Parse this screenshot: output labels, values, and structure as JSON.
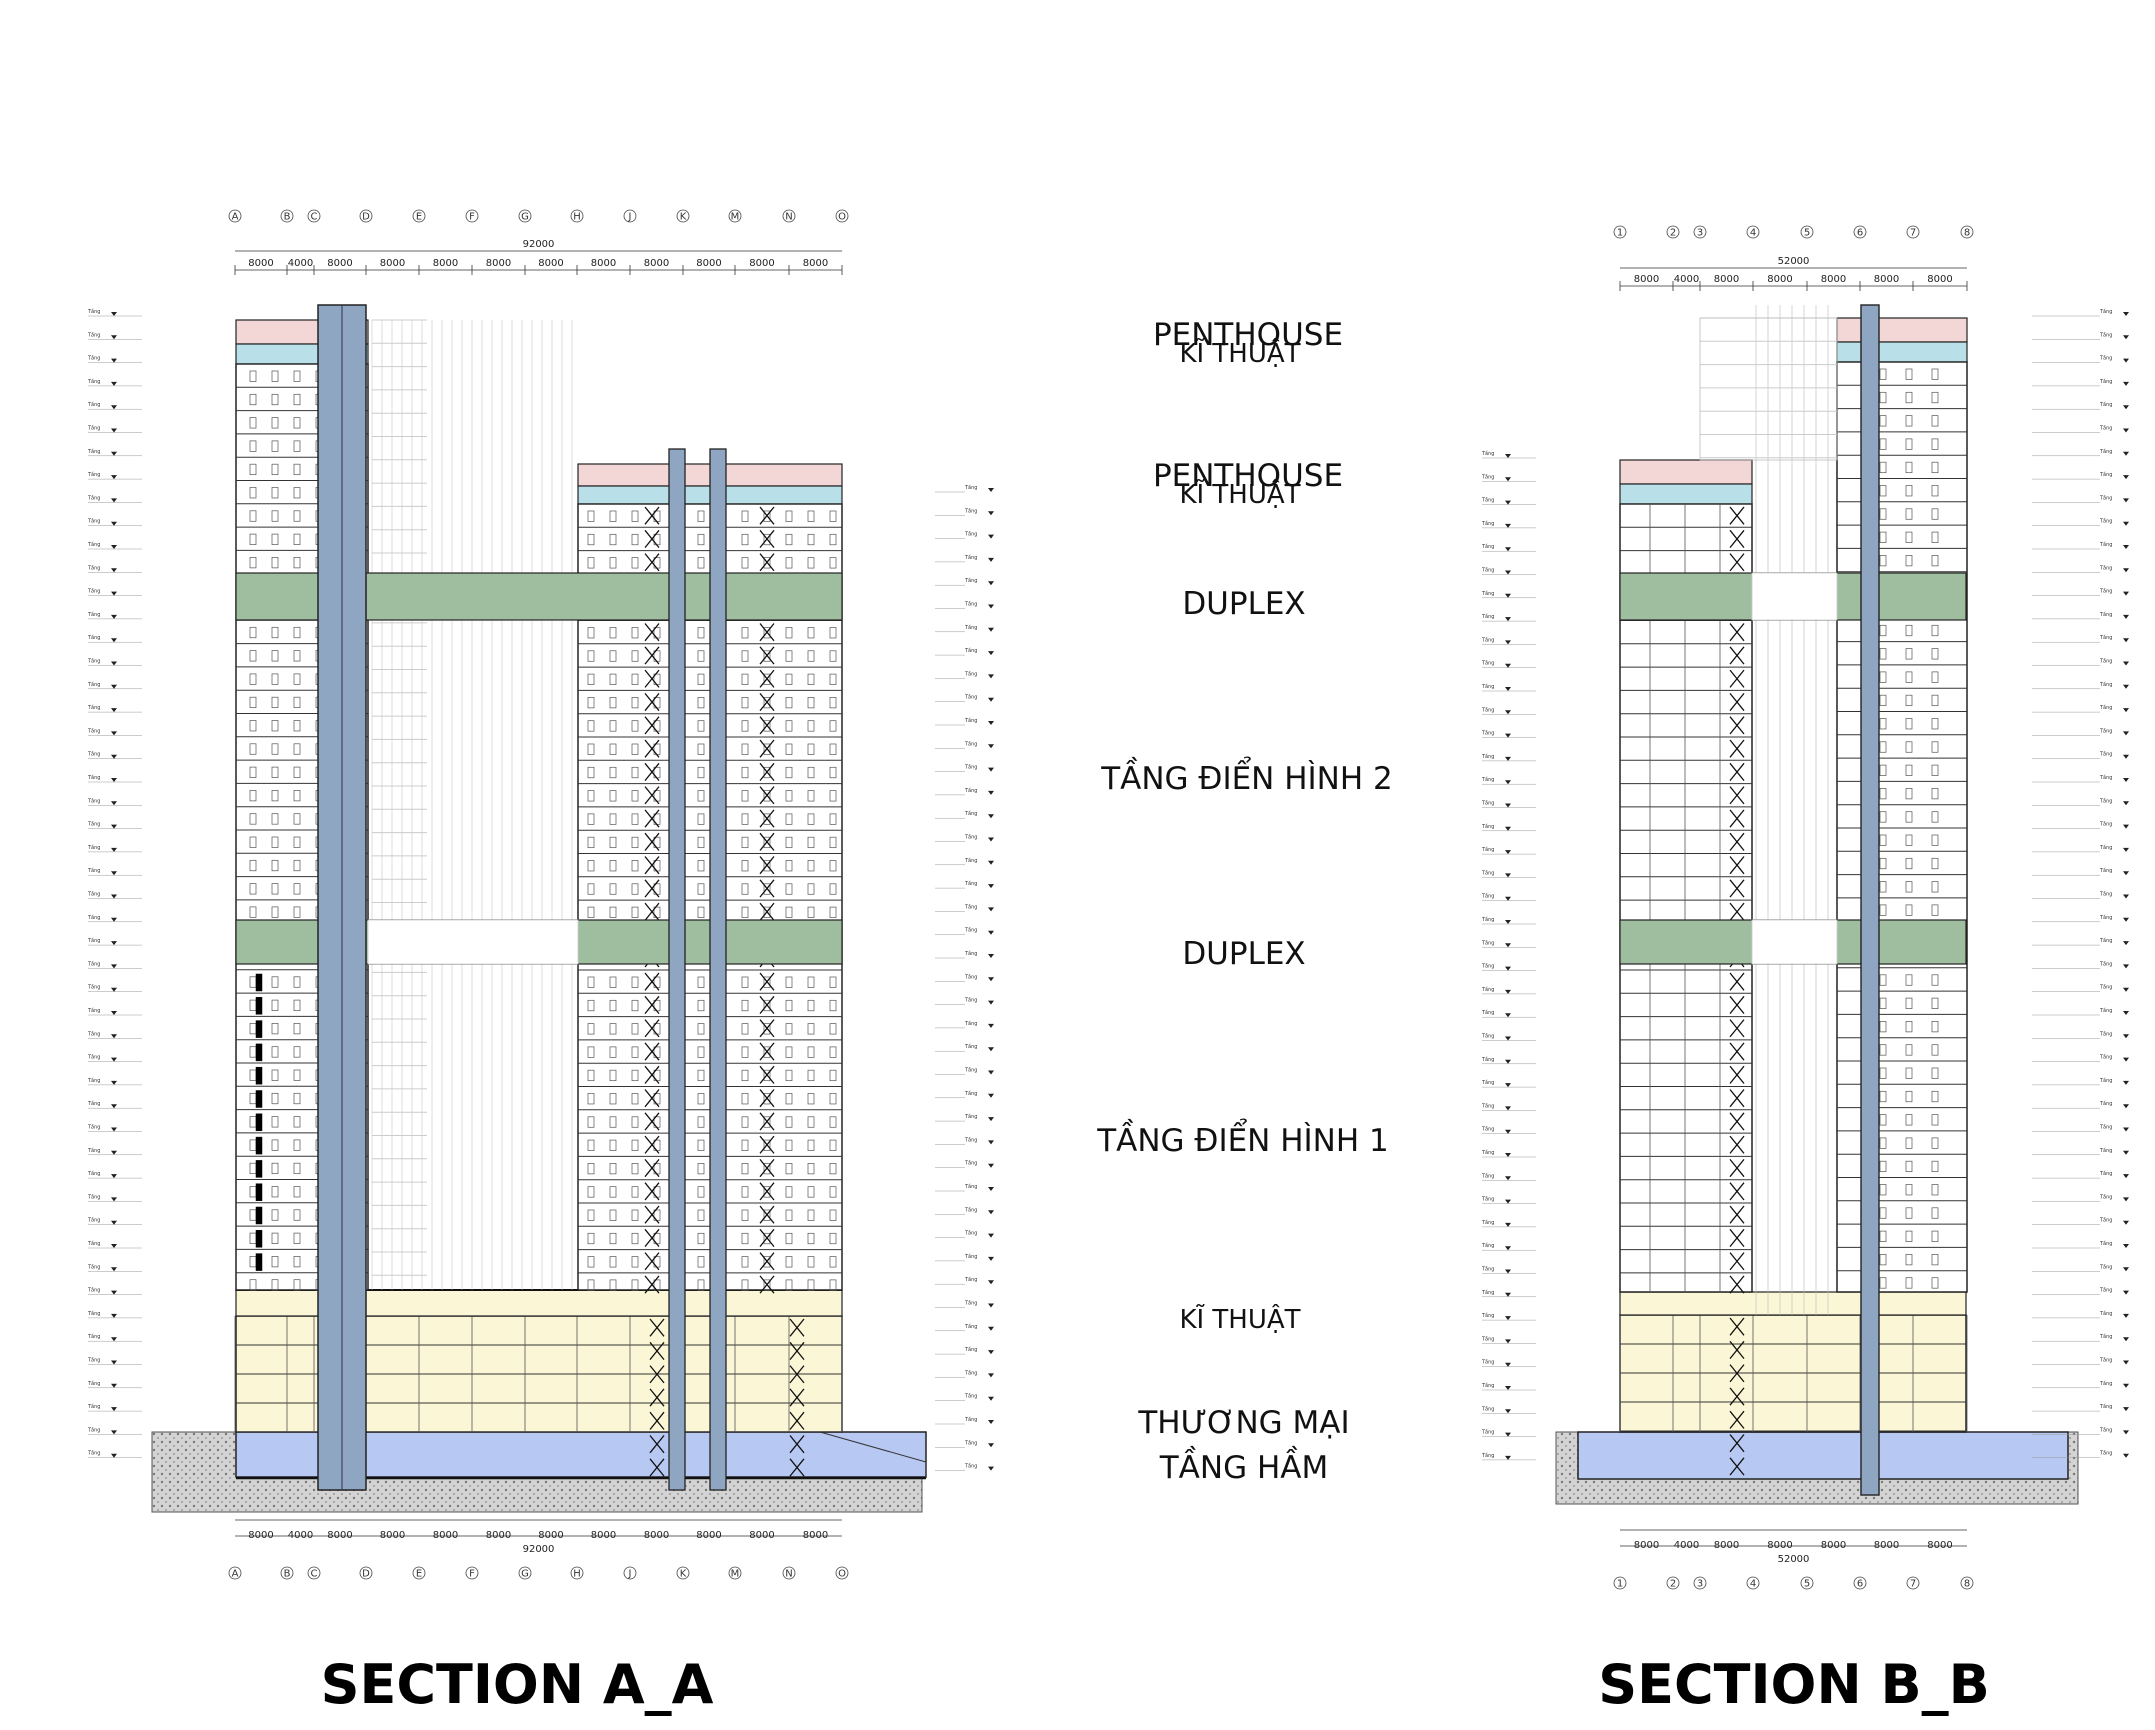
{
  "zones": {
    "penthouse_1": "PENTHOUSE",
    "kithuat_1": "KĨ THUẬT",
    "penthouse_2": "PENTHOUSE",
    "kithuat_2": "KĨ THUẬT",
    "duplex_1": "DUPLEX",
    "typical_2": "TẦNG ĐIỂN HÌNH 2",
    "duplex_2": "DUPLEX",
    "typical_1": "TẦNG ĐIỂN HÌNH 1",
    "kithuat_3": "KĨ THUẬT",
    "commercial": "THƯƠNG MẠI",
    "basement": "TẦNG HẦM"
  },
  "section_a": {
    "title": "SECTION A_A",
    "grid_labels": [
      "A",
      "B",
      "C",
      "D",
      "E",
      "F",
      "G",
      "H",
      "J",
      "K",
      "M",
      "N",
      "O"
    ],
    "total_dim": "92000",
    "bay_dims": [
      "8000",
      "4000",
      "8000",
      "8000",
      "8000",
      "8000",
      "8000",
      "8000",
      "8000",
      "8000",
      "8000",
      "8000"
    ]
  },
  "section_b": {
    "title": "SECTION B_B",
    "grid_labels": [
      "1",
      "2",
      "3",
      "4",
      "5",
      "6",
      "7",
      "8"
    ],
    "total_dim": "52000",
    "bay_dims": [
      "8000",
      "4000",
      "8000",
      "8000",
      "8000",
      "8000",
      "8000"
    ]
  },
  "level_tag": "Tầng",
  "colors": {
    "penthouse": "#f3d6d6",
    "kithuat": "#b9dfe8",
    "duplex": "#9fbd9f",
    "commercial": "#fbf7d6",
    "basement": "#b7c9f2",
    "core": "#8fa6c2",
    "ground": "#c8c8c8"
  }
}
